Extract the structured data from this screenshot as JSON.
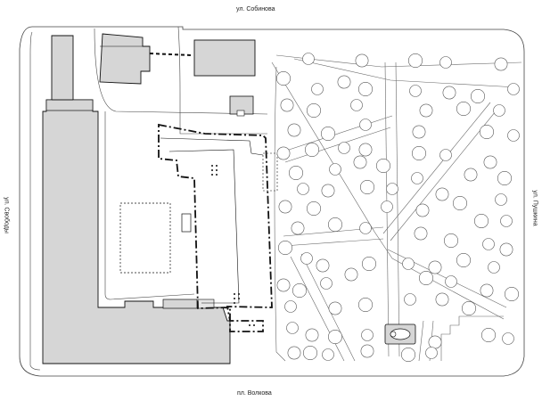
{
  "streets": {
    "top": "ул. Собинова",
    "bottom": "пл. Волкова",
    "left": "ул. Свободы",
    "right": "ул. Пушкина"
  },
  "colors": {
    "building_fill": "#d6d6d6",
    "line": "#111111",
    "tree_fill": "#ffffff"
  }
}
